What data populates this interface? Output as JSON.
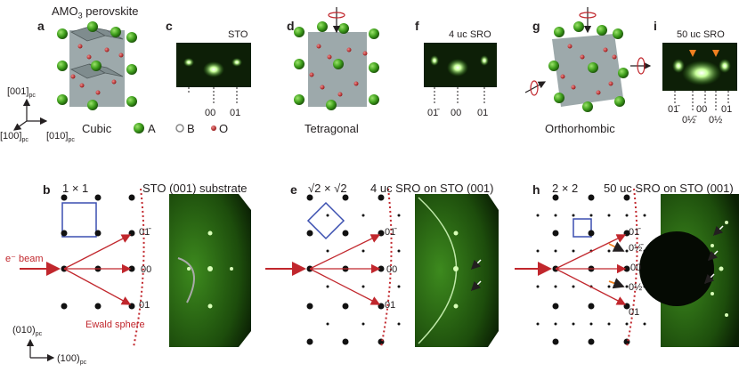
{
  "panels": {
    "a": "a",
    "b": "b",
    "c": "c",
    "d": "d",
    "e": "e",
    "f": "f",
    "g": "g",
    "h": "h",
    "i": "i"
  },
  "titles": {
    "perovskite": "AMO",
    "perovskite_sub": "3",
    "perovskite_rest": " perovskite",
    "cubic": "Cubic",
    "tetragonal": "Tetragonal",
    "orthorhombic": "Orthorhombic"
  },
  "legend": {
    "a": "A",
    "b": "B",
    "o": "O"
  },
  "axes": {
    "x001": "[001]",
    "x100": "[100]",
    "x010": "[010]",
    "pc": "pc",
    "y010": "(010)",
    "y100": "(100)"
  },
  "rheed": {
    "c_title": "STO",
    "f_title": "4 uc SRO",
    "i_title": "50 uc SRO",
    "c_labels": [
      "00",
      "01"
    ],
    "f_labels": [
      "01̄",
      "00",
      "01"
    ],
    "i_labels": [
      "01̄",
      "00",
      "01",
      "0½̄",
      "0½"
    ]
  },
  "lower": {
    "b_cell": "1 × 1",
    "b_title": "STO (001) substrate",
    "e_cell": "√2 × √2",
    "e_title": "4 uc SRO on STO (001)",
    "h_cell": "2 × 2",
    "h_title": "50 uc SRO on STO (001)",
    "beam": "e⁻ beam",
    "ewald": "Ewald sphere",
    "spot_labels": [
      "01̄",
      "00",
      "01"
    ],
    "h_half": [
      "0½̄",
      "0½"
    ]
  },
  "colors": {
    "red": "#c1272d",
    "blue": "#3b4fb0",
    "green": "#4caf26",
    "orange": "#f08020",
    "rheed_bg": "#0b1a08"
  }
}
